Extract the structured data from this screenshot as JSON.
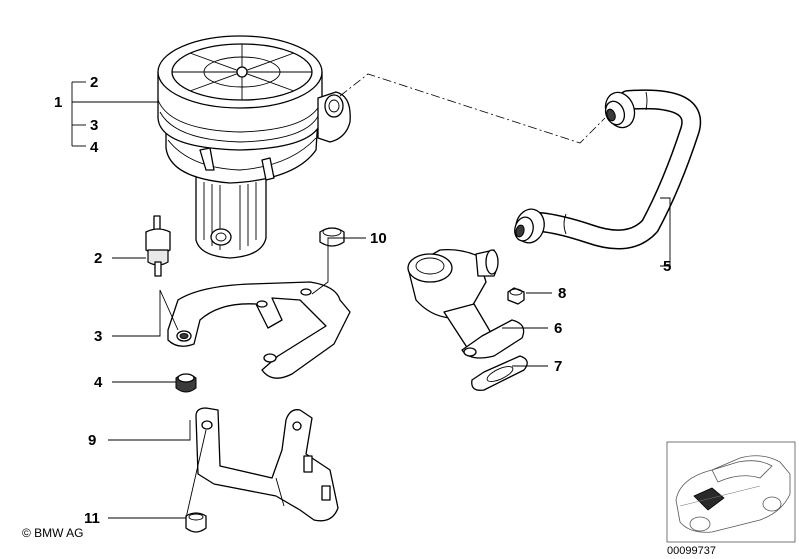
{
  "callouts": {
    "c1": "1",
    "c2_top": "2",
    "c3_top": "3",
    "c4_top": "4",
    "c2": "2",
    "c3": "3",
    "c4": "4",
    "c5": "5",
    "c6": "6",
    "c7": "7",
    "c8": "8",
    "c9": "9",
    "c10": "10",
    "c11": "11"
  },
  "copyright": "© BMW AG",
  "document_number": "00099737"
}
